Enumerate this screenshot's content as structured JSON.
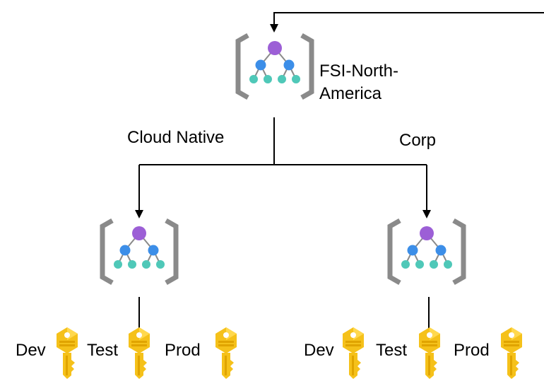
{
  "root": {
    "name_line1": "FSI-North-",
    "name_line2": "America"
  },
  "branches": {
    "left_label": "Cloud Native",
    "right_label": "Corp"
  },
  "keys": {
    "dev": "Dev",
    "test": "Test",
    "prod": "Prod"
  },
  "colors": {
    "bracket": "#8a8a8a",
    "node_top": "#9c5fd6",
    "node_mid": "#3c8ee8",
    "node_leaf": "#4fc8b8",
    "key_gold": "#f5c11a",
    "key_dark": "#e0a400",
    "line": "#000000"
  },
  "icons": [
    "management-group-icon",
    "key-icon"
  ]
}
